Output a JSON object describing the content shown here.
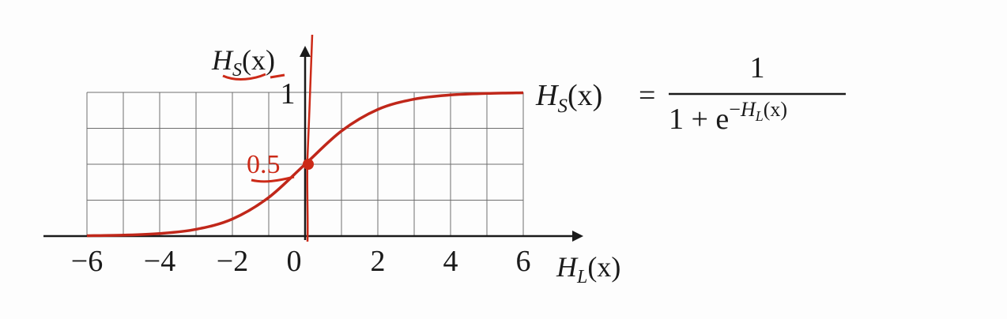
{
  "chart_data": {
    "type": "line",
    "function": "logistic sigmoid",
    "x": [
      -6,
      -5,
      -4,
      -3,
      -2,
      -1,
      0,
      1,
      2,
      3,
      4,
      5,
      6
    ],
    "series": [
      {
        "values": [
          0.0025,
          0.0067,
          0.018,
          0.047,
          0.119,
          0.269,
          0.5,
          0.731,
          0.881,
          0.953,
          0.982,
          0.993,
          0.9975
        ]
      }
    ],
    "xlim": [
      -6,
      6
    ],
    "ylim": [
      0,
      1
    ],
    "x_ticks": [
      "−6",
      "−4",
      "−2",
      "0",
      "2",
      "4",
      "6"
    ],
    "y_ticks": [
      "1"
    ],
    "xlabel": {
      "var": "H",
      "sub": "L",
      "arg": "(x)"
    },
    "ylabel": {
      "var": "H",
      "sub": "S",
      "arg": "(x)"
    },
    "grid": true,
    "highlight_point": {
      "x": 0,
      "y": 0.5,
      "label": "0.5"
    },
    "formula": {
      "lhs_var": "H",
      "lhs_sub": "S",
      "lhs_arg": "(x)",
      "equals": "=",
      "numerator": "1",
      "denominator_prefix": "1 + e",
      "exponent_sign": "−",
      "exponent_var": "H",
      "exponent_sub": "L",
      "exponent_arg": "(x)"
    },
    "colors": {
      "curve": "#c0271a",
      "annotation": "#cc2a18",
      "grid": "#6e6e6e",
      "axis": "#1a1a1a"
    }
  }
}
